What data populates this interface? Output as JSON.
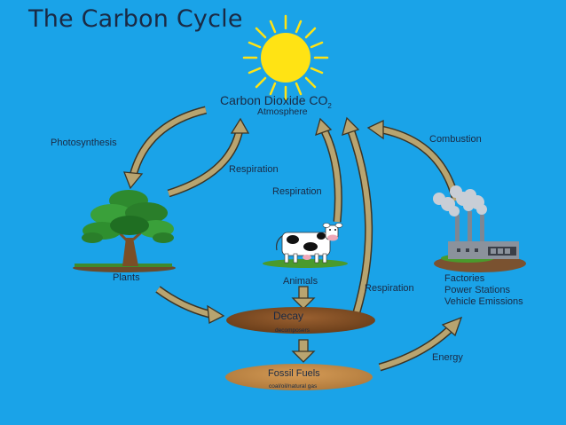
{
  "title": "The Carbon Cycle",
  "atmosphere": {
    "co2_label": "Carbon Dioxide CO",
    "co2_subscript": "2",
    "sublabel": "Atmosphere"
  },
  "processes": {
    "photosynthesis": "Photosynthesis",
    "respiration_plants": "Respiration",
    "respiration_animals": "Respiration",
    "respiration_decay": "Respiration",
    "combustion": "Combustion",
    "energy": "Energy"
  },
  "nodes": {
    "plants": "Plants",
    "animals": "Animals",
    "factories": [
      "Factories",
      "Power Stations",
      "Vehicle Emissions"
    ],
    "decay": {
      "label": "Decay",
      "sub": "decomposers"
    },
    "fossil_fuels": {
      "label": "Fossil Fuels",
      "sub": "coal/oil/natural gas"
    }
  },
  "colors": {
    "background": "#1aa3e8",
    "arrow_fill": "#b8a470",
    "arrow_stroke": "#3c3424",
    "sun": "#ffe314",
    "decay_soil": "#7a4a22",
    "fossil_soil": "#c28c4a",
    "text": "#1a2a44"
  },
  "icons": [
    "sun-icon",
    "tree-icon",
    "cow-icon",
    "factory-icon"
  ]
}
